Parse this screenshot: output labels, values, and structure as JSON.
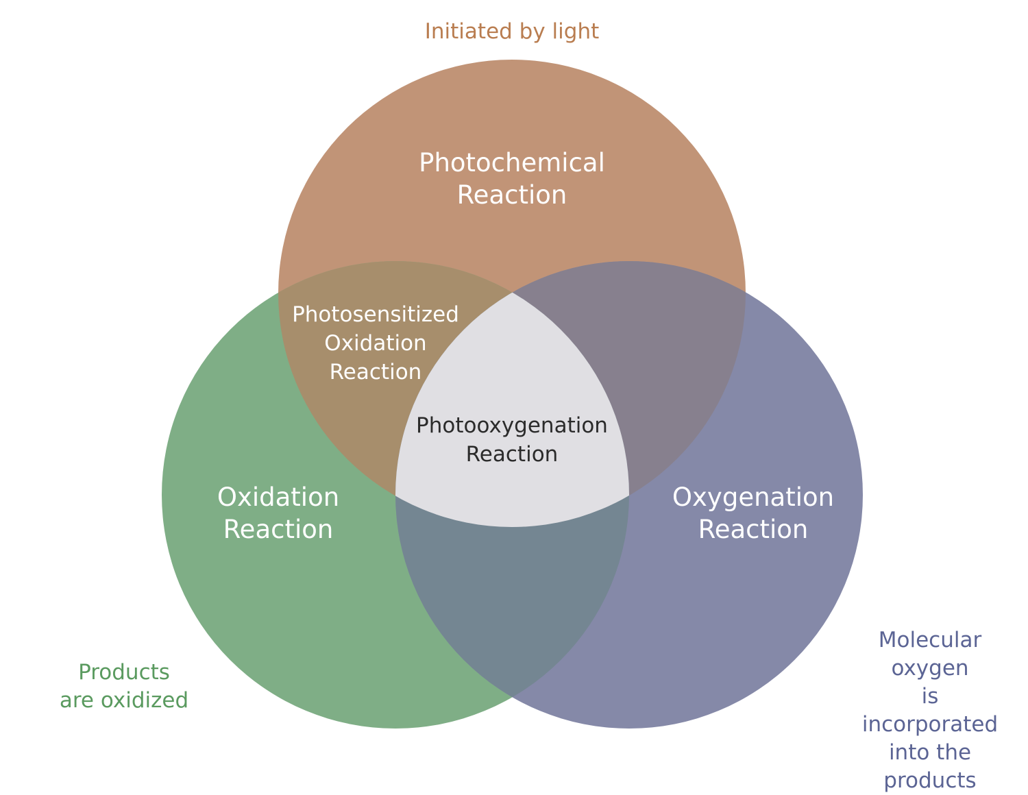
{
  "diagram": {
    "type": "venn-3",
    "sets": [
      {
        "id": "photochemical",
        "label": "Photochemical\nReaction",
        "note": "Initiated by light",
        "fill": "#c19477",
        "note_color": "#b97d50"
      },
      {
        "id": "oxidation",
        "label": "Oxidation\nReaction",
        "note": "Products\nare oxidized",
        "fill": "#7fae86",
        "note_color": "#5a9a5f"
      },
      {
        "id": "oxygenation",
        "label": "Oxygenation\nReaction",
        "note": "Molecular oxygen\nis incorporated\ninto the products",
        "fill": "#8589a8",
        "note_color": "#5b6494"
      }
    ],
    "intersections": [
      {
        "sets": [
          "photochemical",
          "oxidation"
        ],
        "label": "Photosensitized\nOxidation\nReaction",
        "fill": "#a78e6c"
      },
      {
        "sets": [
          "photochemical",
          "oxygenation"
        ],
        "label": "",
        "fill": "#87808e"
      },
      {
        "sets": [
          "oxidation",
          "oxygenation"
        ],
        "label": "",
        "fill": "#748692"
      },
      {
        "sets": [
          "photochemical",
          "oxidation",
          "oxygenation"
        ],
        "label": "Photooxygenation\nReaction",
        "fill": "#e0dfe3"
      }
    ]
  }
}
